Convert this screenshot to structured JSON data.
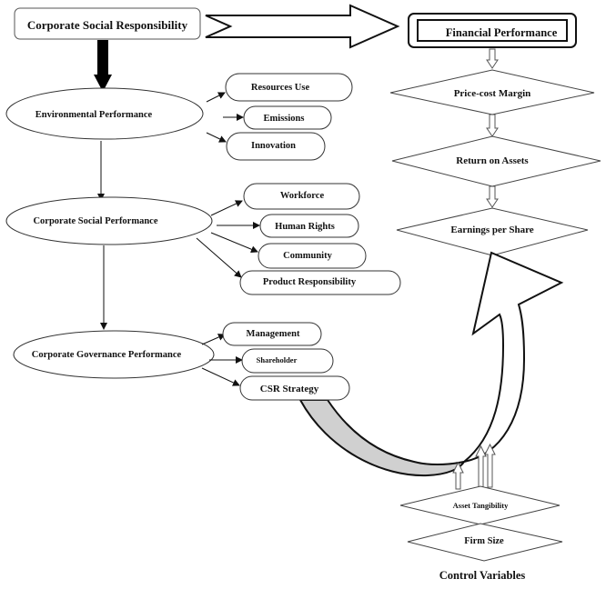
{
  "csr": {
    "title": "Corporate Social Responsibility"
  },
  "financial": {
    "title": "Financial Performance",
    "measures": [
      "Price-cost Margin",
      "Return on Assets",
      "Earnings per Share"
    ]
  },
  "pillars": [
    {
      "label": "Environmental Performance",
      "items": [
        "Resources Use",
        "Emissions",
        "Innovation"
      ]
    },
    {
      "label": "Corporate Social Performance",
      "items": [
        "Workforce",
        "Human Rights",
        "Community",
        "Product Responsibility"
      ]
    },
    {
      "label": "Corporate Governance Performance",
      "items": [
        "Management",
        "Shareholder",
        "CSR Strategy"
      ]
    }
  ],
  "controls": {
    "title": "Control Variables",
    "items": [
      "Asset Tangibility",
      "Firm Size"
    ]
  },
  "colors": {
    "stroke": "#111111",
    "curve_fill": "#d0d0d0",
    "background": "#ffffff"
  }
}
